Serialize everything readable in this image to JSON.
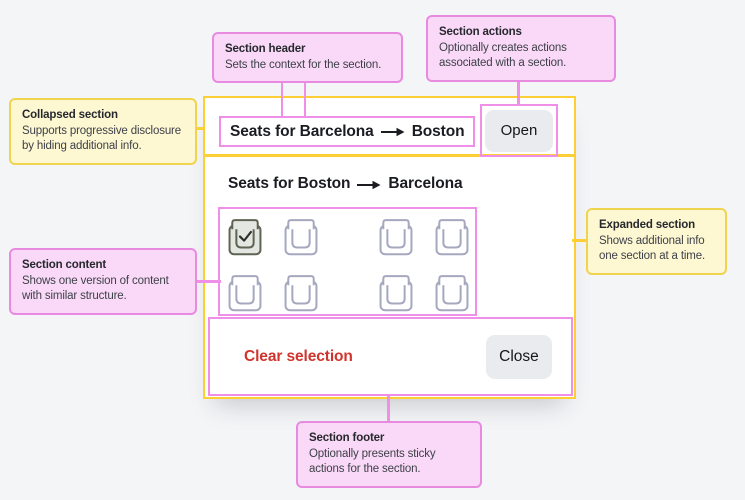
{
  "colors": {
    "page_bg": "#f4f5f7",
    "card_bg": "#ffffff",
    "annotation_pink_border": "#ee8ce6",
    "annotation_pink_fill": "#f9d9f7",
    "annotation_yellow_border": "#fcd034",
    "annotation_yellow_fill": "#fdf7d2",
    "button_gray": "#e9ebee",
    "danger_red": "#d0342c",
    "heading_text": "#1a1c22",
    "seat_outline": "#a6a8bf",
    "seat_selected_outline": "#5f6353"
  },
  "icons": {
    "long_arrow_right": "⟶",
    "check": "✓"
  },
  "card": {
    "collapsed": {
      "title": "Seats for Barcelona",
      "destination": "Boston",
      "action": "Open"
    },
    "expanded": {
      "title": "Seats for Boston",
      "destination": "Barcelona",
      "seats": {
        "rows": 2,
        "cols": 4,
        "aisle_after": 2,
        "selected": {
          "row": 0,
          "col": 0
        }
      },
      "footer": {
        "clear": "Clear selection",
        "close": "Close"
      }
    }
  },
  "callouts": {
    "header": {
      "title": "Section header",
      "body": "Sets the context for the section."
    },
    "actions": {
      "title": "Section actions",
      "body": "Optionally creates actions associated with a section."
    },
    "collapsed": {
      "title": "Collapsed section",
      "body": "Supports progressive disclosure by hiding additional info."
    },
    "expanded": {
      "title": "Expanded section",
      "body": "Shows additional info one section at a time."
    },
    "content": {
      "title": "Section content",
      "body": "Shows one version of content with similar structure."
    },
    "footer": {
      "title": "Section footer",
      "body": "Optionally presents sticky actions for the section."
    }
  }
}
